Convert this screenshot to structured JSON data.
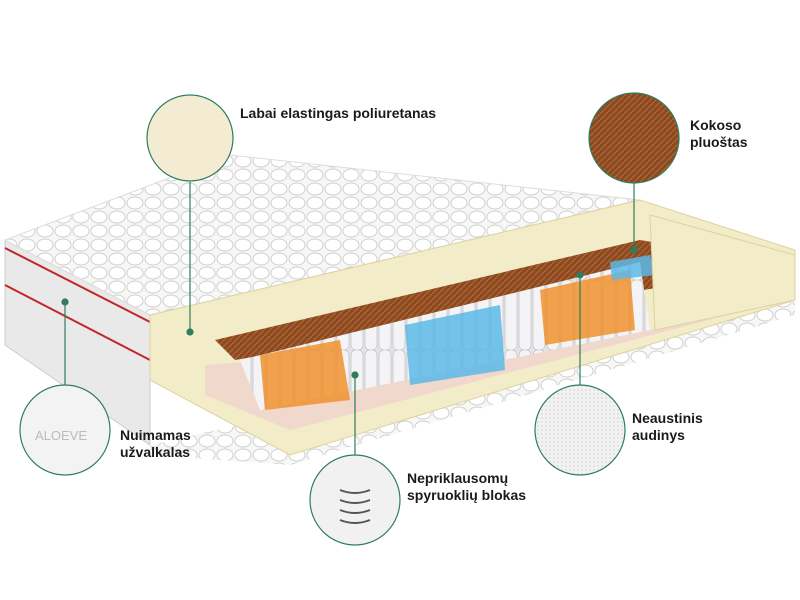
{
  "labels": {
    "foam": "Labai elastingas poliuretanas",
    "coconut_line1": "Kokoso",
    "coconut_line2": "pluoštas",
    "cover_line1": "Nuimamas",
    "cover_line2": "užvalkalas",
    "springs_line1": "Nepriklausomų",
    "springs_line2": "spyruoklių blokas",
    "nonwoven_line1": "Neaustinis",
    "nonwoven_line2": "audinys"
  },
  "colors": {
    "leader": "#2e7d5b",
    "coconut": "#a0522d",
    "foam": "#f3ecc8",
    "springs_orange": "#f0922e",
    "springs_blue": "#5ab8e8",
    "cover_trim": "#c0272d"
  }
}
